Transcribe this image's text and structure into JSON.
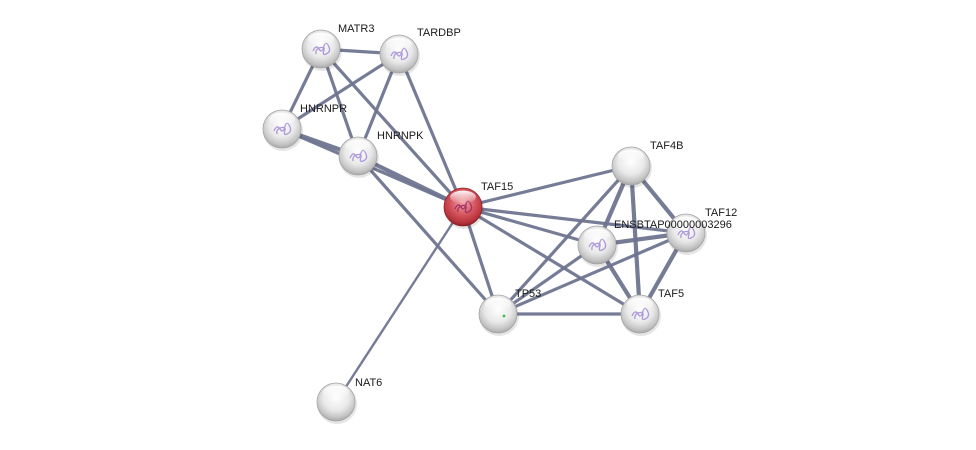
{
  "network": {
    "colors": {
      "edge": "#6f7590",
      "query_node": "#c83a44",
      "neighbor_node": "#d6d6d6",
      "label": "#1a1a1a"
    },
    "nodes": [
      {
        "id": "MATR3",
        "label": "MATR3",
        "query": false,
        "structure": true
      },
      {
        "id": "TARDBP",
        "label": "TARDBP",
        "query": false,
        "structure": true
      },
      {
        "id": "HNRNPR",
        "label": "HNRNPR",
        "query": false,
        "structure": true
      },
      {
        "id": "HNRNPK",
        "label": "HNRNPK",
        "query": false,
        "structure": true
      },
      {
        "id": "TAF15",
        "label": "TAF15",
        "query": true,
        "structure": true
      },
      {
        "id": "TAF4B",
        "label": "TAF4B",
        "query": false,
        "structure": false
      },
      {
        "id": "TAF12",
        "label": "TAF12",
        "query": false,
        "structure": true
      },
      {
        "id": "ENSBTAP",
        "label": "ENSBTAP00000003296",
        "query": false,
        "structure": true
      },
      {
        "id": "TP53",
        "label": "TP53",
        "query": false,
        "structure": false
      },
      {
        "id": "TAF5",
        "label": "TAF5",
        "query": false,
        "structure": true
      },
      {
        "id": "NAT6",
        "label": "NAT6",
        "query": false,
        "structure": false
      }
    ],
    "edges": [
      {
        "source": "MATR3",
        "target": "TARDBP",
        "strength": 3
      },
      {
        "source": "MATR3",
        "target": "HNRNPR",
        "strength": 3
      },
      {
        "source": "MATR3",
        "target": "HNRNPK",
        "strength": 3
      },
      {
        "source": "MATR3",
        "target": "TAF15",
        "strength": 3
      },
      {
        "source": "TARDBP",
        "target": "HNRNPR",
        "strength": 3
      },
      {
        "source": "TARDBP",
        "target": "HNRNPK",
        "strength": 3
      },
      {
        "source": "TARDBP",
        "target": "TAF15",
        "strength": 3
      },
      {
        "source": "HNRNPR",
        "target": "HNRNPK",
        "strength": 4
      },
      {
        "source": "HNRNPR",
        "target": "TAF15",
        "strength": 3
      },
      {
        "source": "HNRNPK",
        "target": "TAF15",
        "strength": 4
      },
      {
        "source": "HNRNPK",
        "target": "TP53",
        "strength": 3
      },
      {
        "source": "TAF15",
        "target": "TAF4B",
        "strength": 3
      },
      {
        "source": "TAF15",
        "target": "TAF12",
        "strength": 3
      },
      {
        "source": "TAF15",
        "target": "ENSBTAP",
        "strength": 3
      },
      {
        "source": "TAF15",
        "target": "TP53",
        "strength": 3
      },
      {
        "source": "TAF15",
        "target": "TAF5",
        "strength": 3
      },
      {
        "source": "TAF15",
        "target": "NAT6",
        "strength": 2
      },
      {
        "source": "TAF4B",
        "target": "TAF12",
        "strength": 4
      },
      {
        "source": "TAF4B",
        "target": "ENSBTAP",
        "strength": 4
      },
      {
        "source": "TAF4B",
        "target": "TAF5",
        "strength": 4
      },
      {
        "source": "TAF4B",
        "target": "TP53",
        "strength": 3
      },
      {
        "source": "TAF12",
        "target": "ENSBTAP",
        "strength": 4
      },
      {
        "source": "TAF12",
        "target": "TAF5",
        "strength": 4
      },
      {
        "source": "TAF12",
        "target": "TP53",
        "strength": 3
      },
      {
        "source": "ENSBTAP",
        "target": "TAF5",
        "strength": 4
      },
      {
        "source": "ENSBTAP",
        "target": "TP53",
        "strength": 3
      },
      {
        "source": "TP53",
        "target": "TAF5",
        "strength": 3
      }
    ]
  }
}
